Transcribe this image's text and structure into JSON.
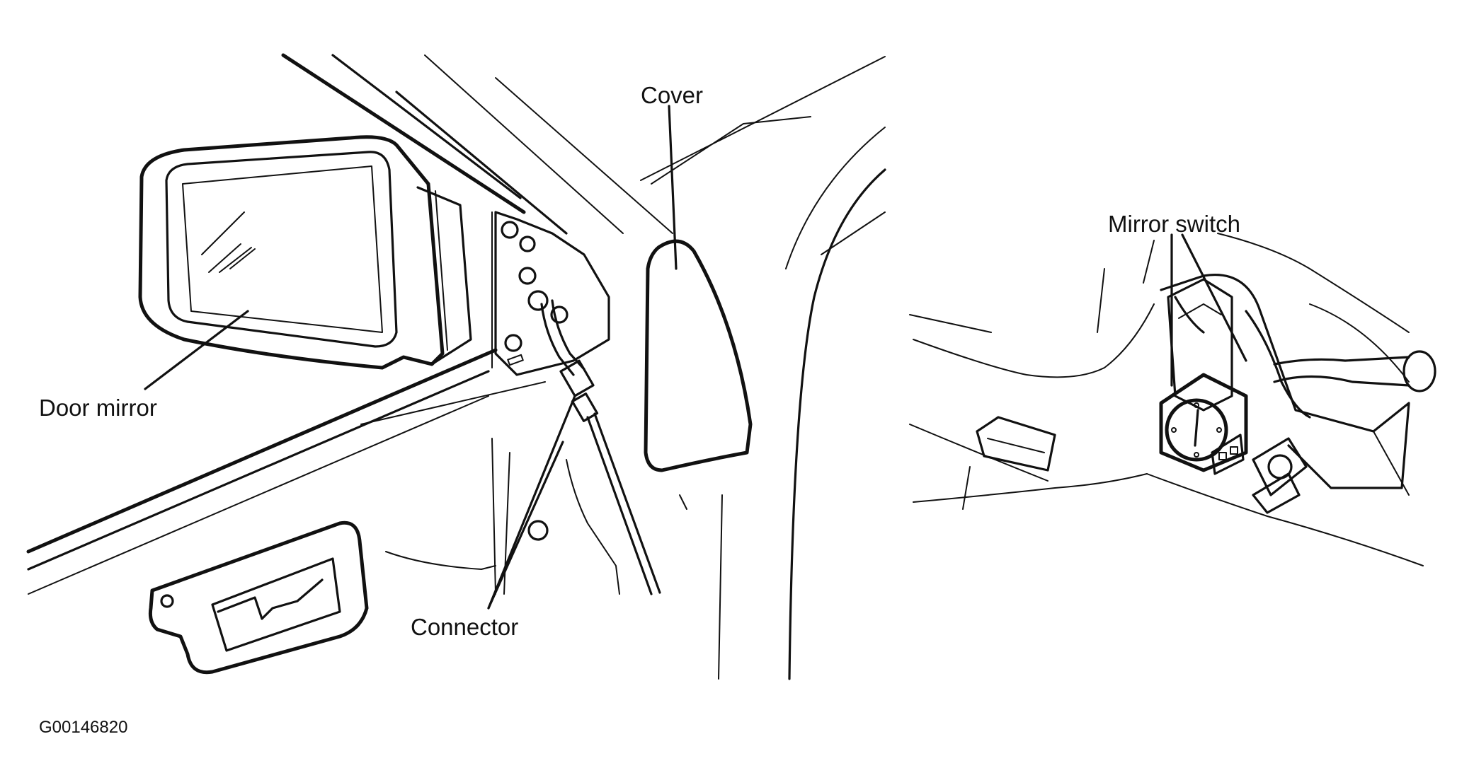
{
  "labels": {
    "door_mirror": "Door mirror",
    "cover": "Cover",
    "connector": "Connector",
    "mirror_switch": "Mirror switch"
  },
  "figure_code": "G00146820"
}
